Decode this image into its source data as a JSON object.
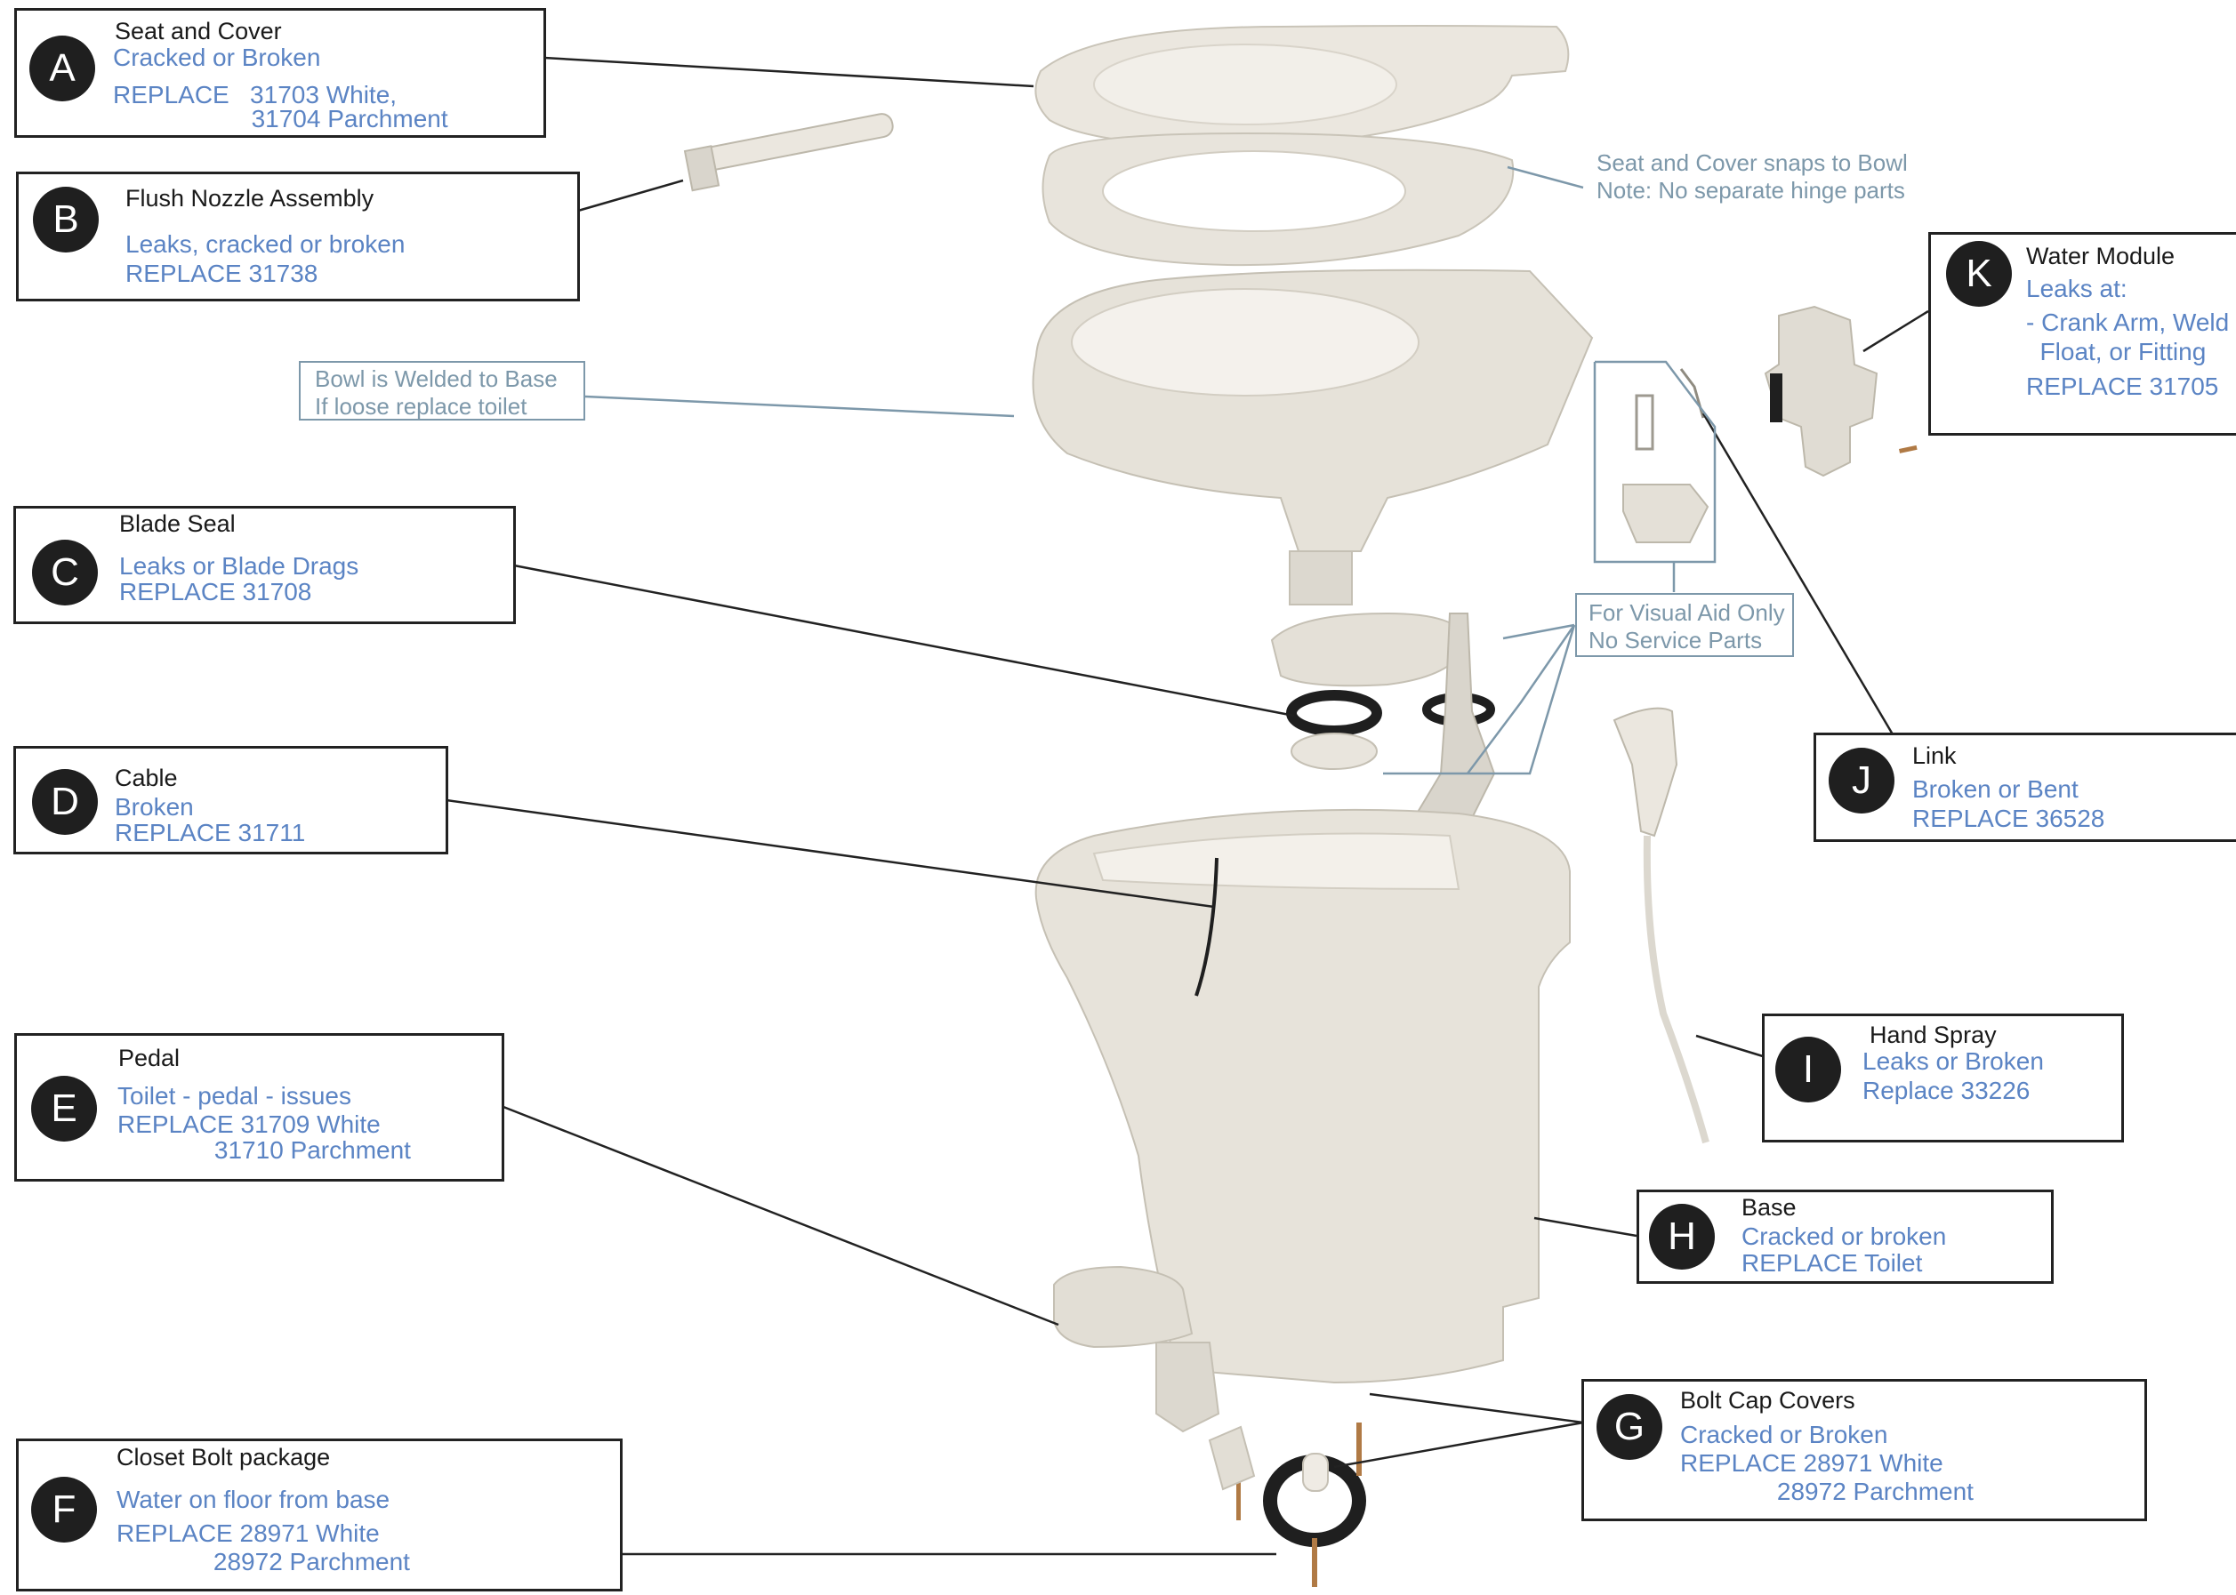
{
  "colors": {
    "frame": "#222222",
    "badge": "#1f1f1f",
    "blue_text": "#5b84c4",
    "note_text": "#7d98aa",
    "part": "#ebe7df"
  },
  "callouts": [
    {
      "letter": "A",
      "title": "Seat and Cover",
      "lines": [
        "Cracked or Broken",
        "REPLACE   31703 White,",
        "                    31704 Parchment"
      ]
    },
    {
      "letter": "B",
      "title": "Flush Nozzle Assembly",
      "lines": [
        "Leaks, cracked or broken",
        "REPLACE 31738"
      ]
    },
    {
      "letter": "C",
      "title": "Blade Seal",
      "lines": [
        "Leaks or Blade Drags",
        "REPLACE 31708"
      ]
    },
    {
      "letter": "D",
      "title": "Cable",
      "lines": [
        "Broken",
        "REPLACE 31711"
      ]
    },
    {
      "letter": "E",
      "title": "Pedal",
      "lines": [
        "Toilet - pedal - issues",
        "REPLACE 31709 White",
        "              31710 Parchment"
      ]
    },
    {
      "letter": "F",
      "title": "Closet Bolt package",
      "lines": [
        "Water on floor from base",
        "REPLACE 28971 White",
        "              28972 Parchment"
      ]
    },
    {
      "letter": "G",
      "title": "Bolt Cap Covers",
      "lines": [
        "Cracked or Broken",
        "REPLACE 28971 White",
        "              28972 Parchment"
      ]
    },
    {
      "letter": "H",
      "title": "Base",
      "lines": [
        "Cracked or broken",
        "REPLACE Toilet"
      ]
    },
    {
      "letter": "I",
      "title": "Hand Spray",
      "lines": [
        "Leaks or Broken",
        "Replace 33226"
      ]
    },
    {
      "letter": "J",
      "title": "Link",
      "lines": [
        "Broken or Bent",
        "REPLACE 36528"
      ]
    },
    {
      "letter": "K",
      "title": "Water Module",
      "lines": [
        "Leaks at:",
        "- Crank Arm, Weld",
        "  Float, or Fitting",
        "REPLACE 31705"
      ]
    }
  ],
  "notes": {
    "seat_snap": [
      "Seat and Cover snaps to Bowl",
      "Note: No separate hinge parts"
    ],
    "bowl_weld": [
      "Bowl is Welded to Base",
      "If loose replace toilet"
    ],
    "visual_aid": [
      "For Visual Aid Only",
      "No Service Parts"
    ]
  }
}
